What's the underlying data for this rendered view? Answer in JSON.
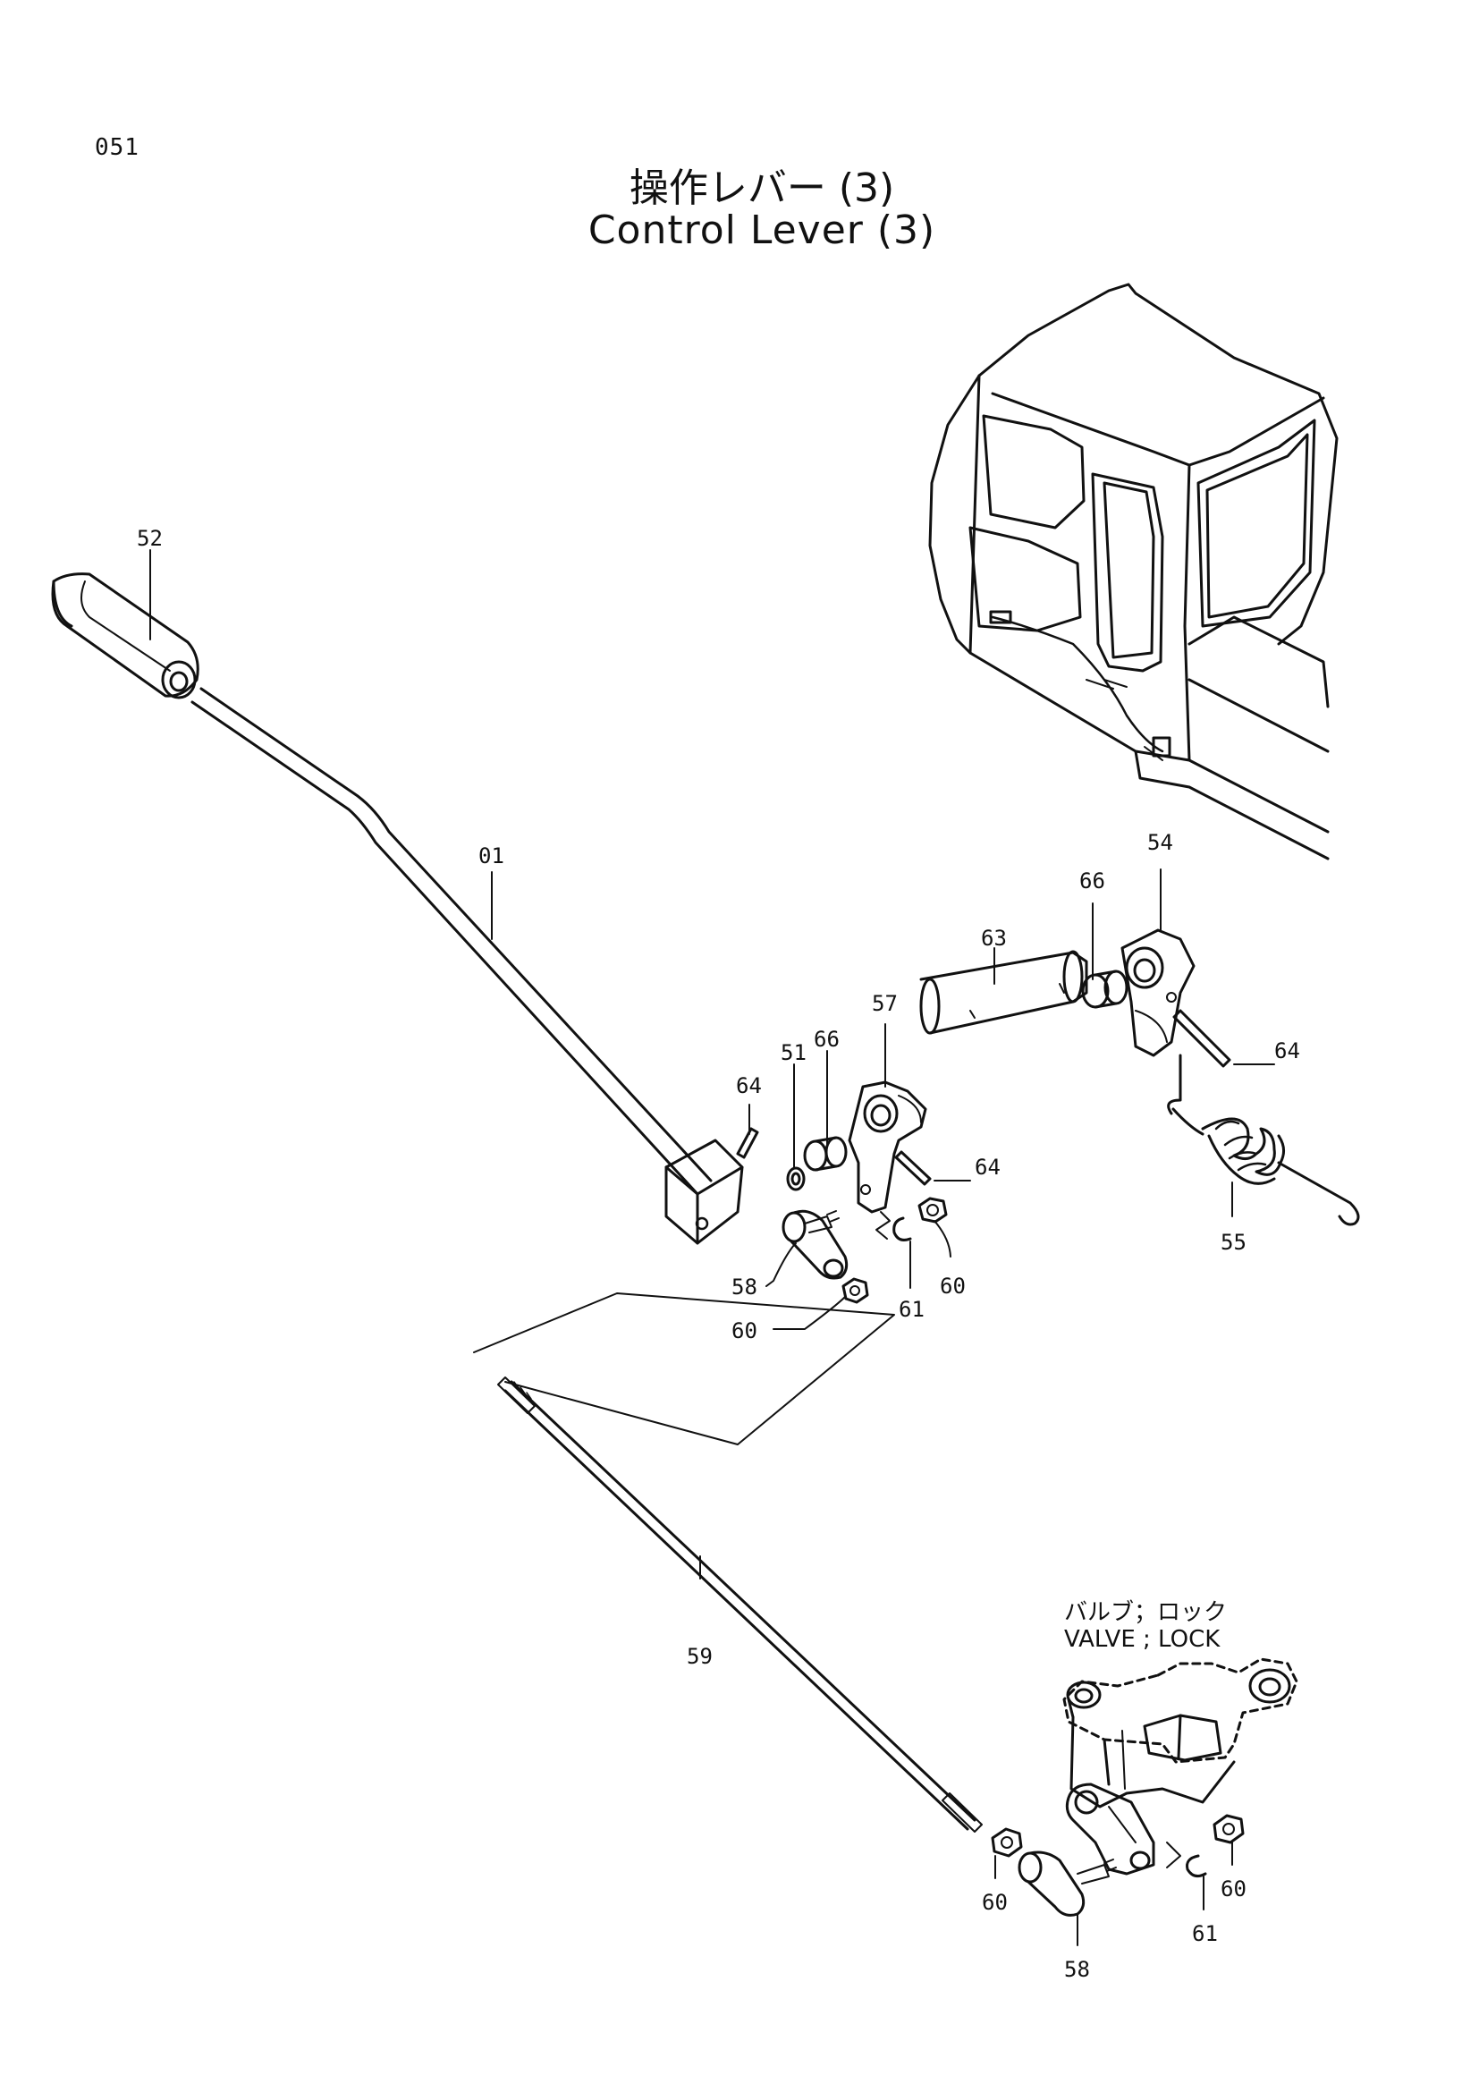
{
  "header": {
    "page_number": "051",
    "title_jp": "操作レバー (3)",
    "title_en": "Control Lever (3)"
  },
  "valve_label": {
    "jp": "バルブ；ロック",
    "en": "VALVE ; LOCK"
  },
  "callouts": {
    "c52": "52",
    "c01": "01",
    "c54": "54",
    "c66a": "66",
    "c63": "63",
    "c57": "57",
    "c66b": "66",
    "c51": "51",
    "c64a": "64",
    "c64b": "64",
    "c64c": "64",
    "c55": "55",
    "c58a": "58",
    "c60a": "60",
    "c61a": "61",
    "c60b": "60",
    "c59": "59",
    "c60c": "60",
    "c58b": "58",
    "c61b": "61",
    "c60d": "60"
  },
  "colors": {
    "ink": "#111111",
    "paper": "#ffffff"
  }
}
